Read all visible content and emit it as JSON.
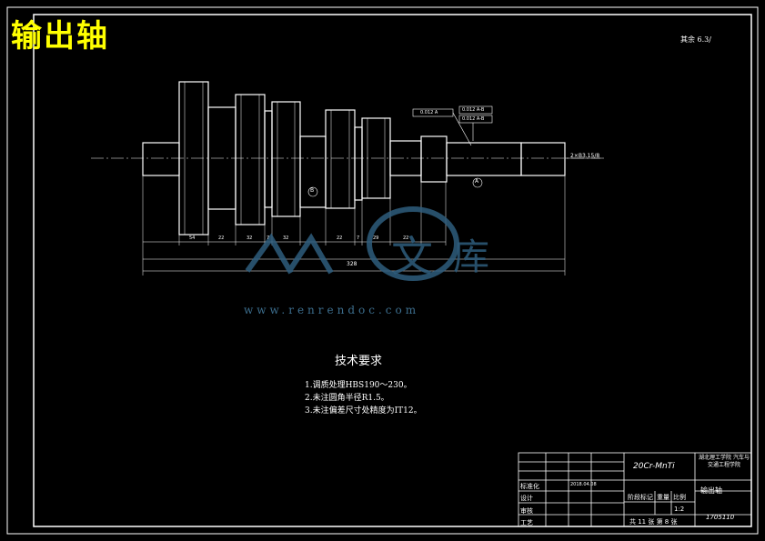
{
  "drawing": {
    "title": "输出轴",
    "top_right_note": "其余 6.3/"
  },
  "watermark": {
    "char": "文",
    "char2": "库",
    "url": "www.renrendoc.com"
  },
  "dimensions": {
    "overall": "328",
    "segments": [
      "54",
      "22",
      "32",
      "7",
      "32",
      "22",
      "7",
      "29",
      "22"
    ],
    "right_callout": "2×B3.15/8"
  },
  "datum": {
    "a": "A",
    "b": "B",
    "tolerance_1": "0.012 A",
    "tolerance_2": "0.012 A-B",
    "tolerance_3": "0.012 A-B"
  },
  "requirements": {
    "title": "技术要求",
    "items": [
      "1.调质处理HBS190～230。",
      "2.未注圆角半径R1.5。",
      "3.未注偏差尺寸处精度为IT12。"
    ]
  },
  "title_block": {
    "material": "20Cr-MnTi",
    "school": "湖北理工学院 汽车与交通工程学院",
    "part_name": "输出轴",
    "scale_label": "比例",
    "scale": "1:2",
    "weight_label": "重量",
    "stage_label": "阶段标记",
    "sheet_info": "共 11 张  第 8 张",
    "drawing_no": "1705110",
    "designer_label": "设计",
    "checker_label": "审核",
    "process_label": "工艺",
    "std_label": "标准化",
    "date": "2018.04.08"
  }
}
